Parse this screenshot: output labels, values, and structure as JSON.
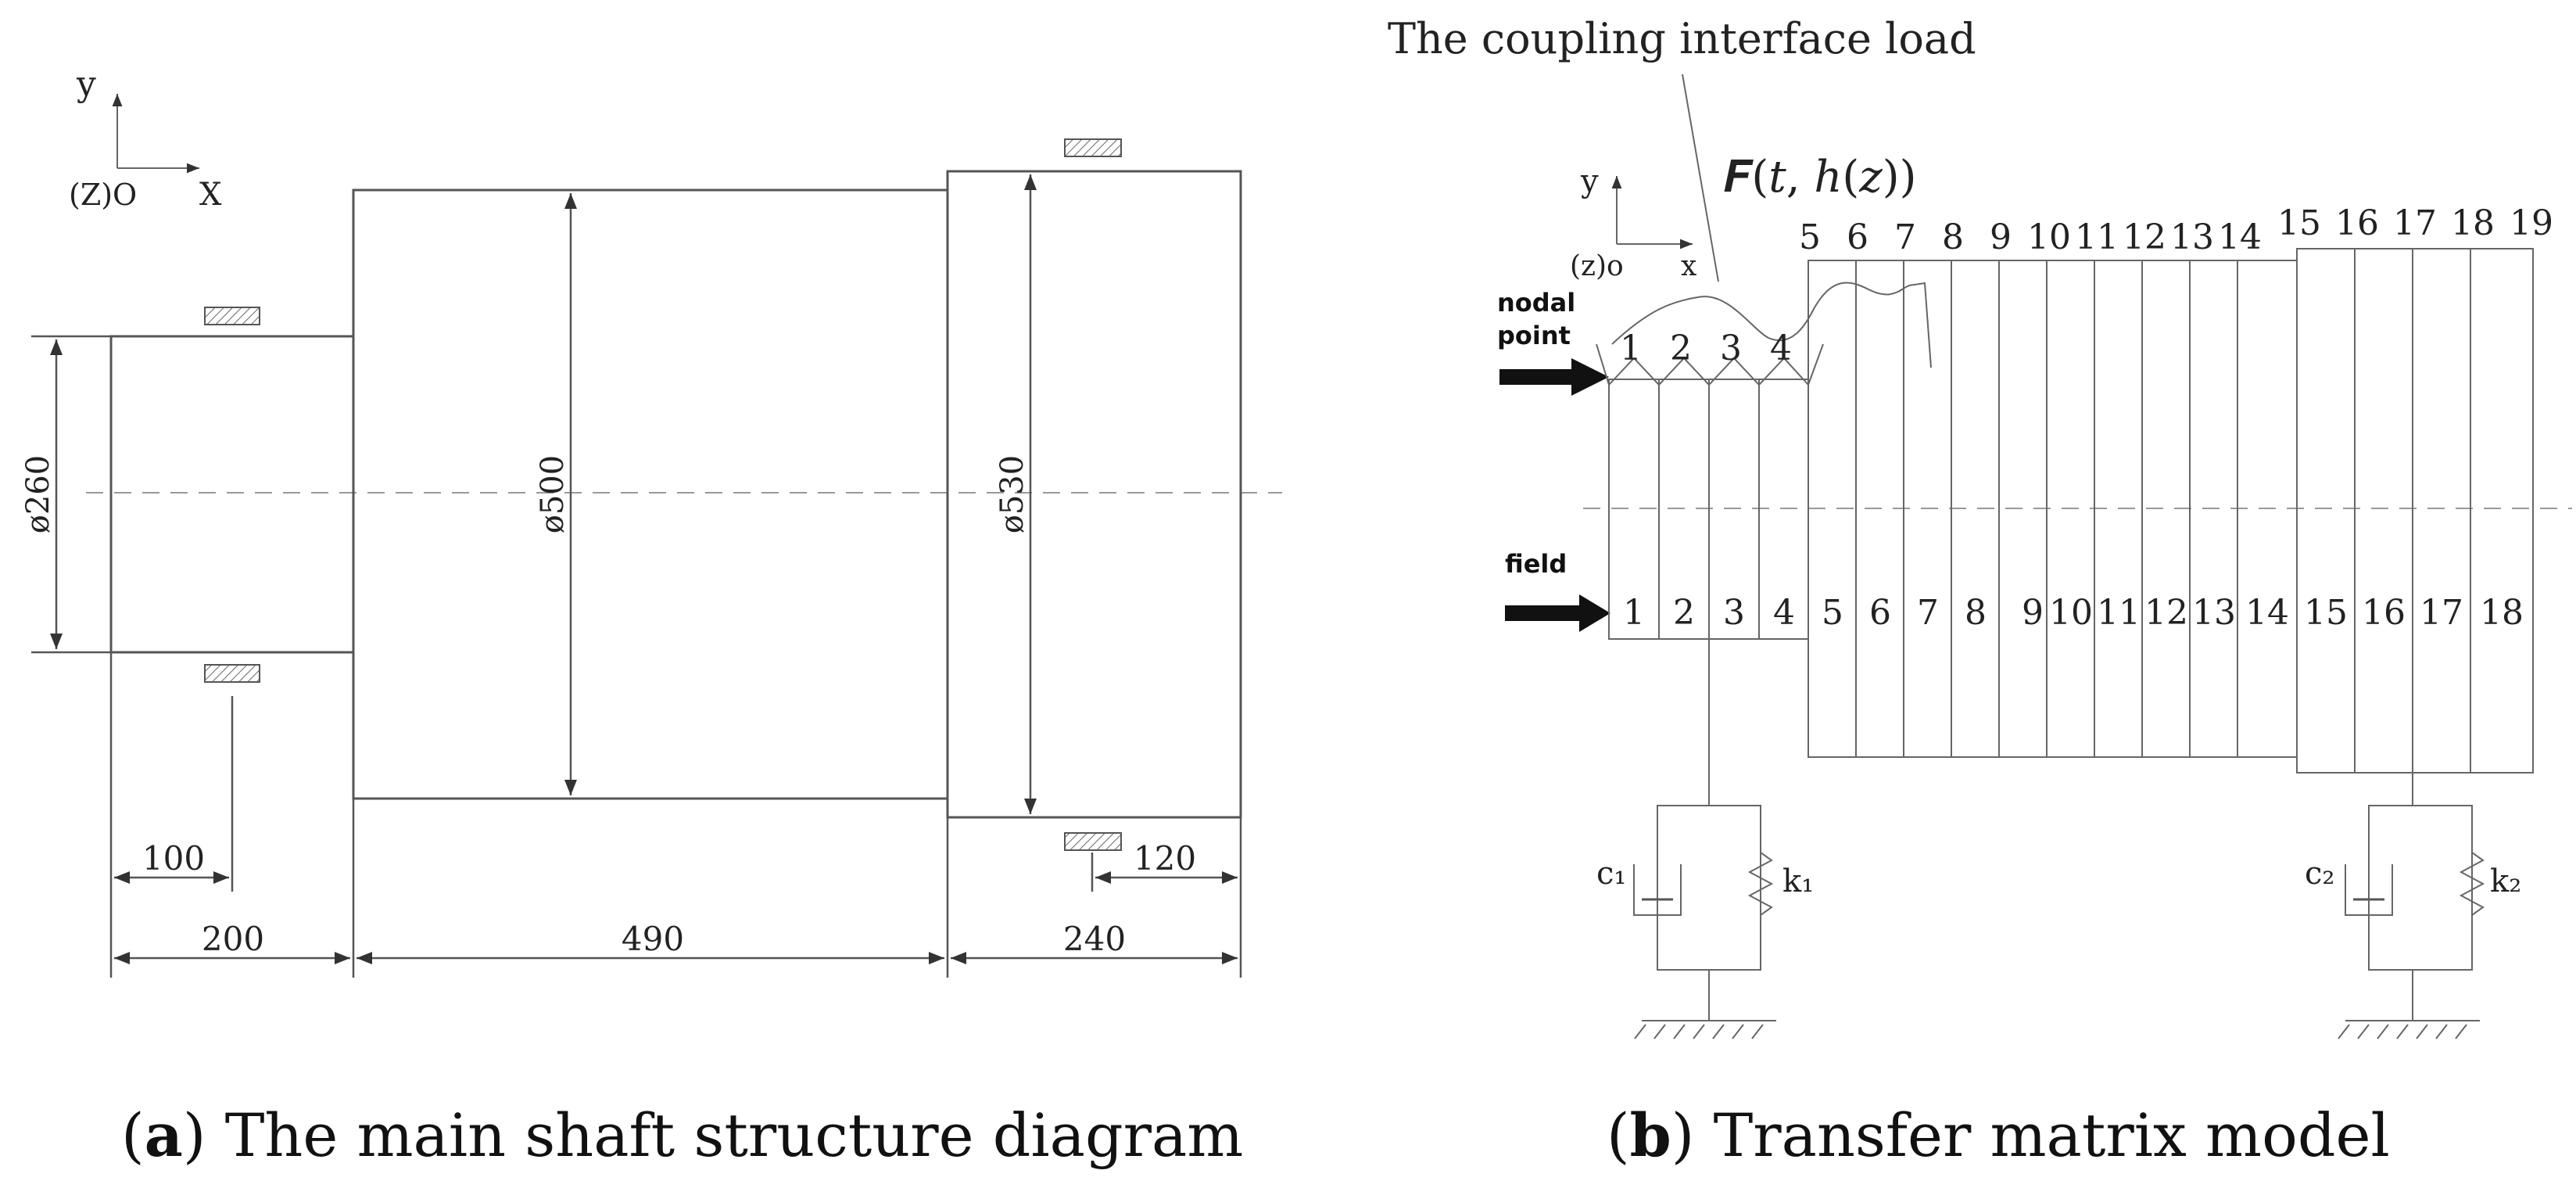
{
  "panel_a": {
    "axis": {
      "y": "y",
      "x": "X",
      "origin": "(Z)O"
    },
    "diameters": [
      "ø260",
      "ø500",
      "ø530"
    ],
    "dimensions": {
      "d100": "100",
      "d200": "200",
      "d490": "490",
      "d240": "240",
      "d120": "120"
    },
    "caption_letter": "a",
    "caption_text": "The main shaft structure diagram"
  },
  "panel_b": {
    "title": "The coupling interface load",
    "formula": "𝑭(𝑡, ℎ(𝑧))",
    "axis": {
      "y": "y",
      "x": "x",
      "origin": "(z)o"
    },
    "nodal_label_1": "nodal",
    "nodal_label_2": "point",
    "field_label": "field",
    "nodes_top": [
      "1",
      "2",
      "3",
      "4",
      "5",
      "6",
      "7",
      "8",
      "9",
      "10",
      "11",
      "12",
      "13",
      "14",
      "15",
      "16",
      "17",
      "18",
      "19"
    ],
    "fields": [
      "1",
      "2",
      "3",
      "4",
      "5",
      "6",
      "7",
      "8",
      "9",
      "10",
      "11",
      "12",
      "13",
      "14",
      "15",
      "16",
      "17",
      "18"
    ],
    "damper_1": "c₁",
    "spring_1": "k₁",
    "damper_2": "c₂",
    "spring_2": "k₂",
    "caption_letter": "b",
    "caption_text": "Transfer matrix model"
  }
}
